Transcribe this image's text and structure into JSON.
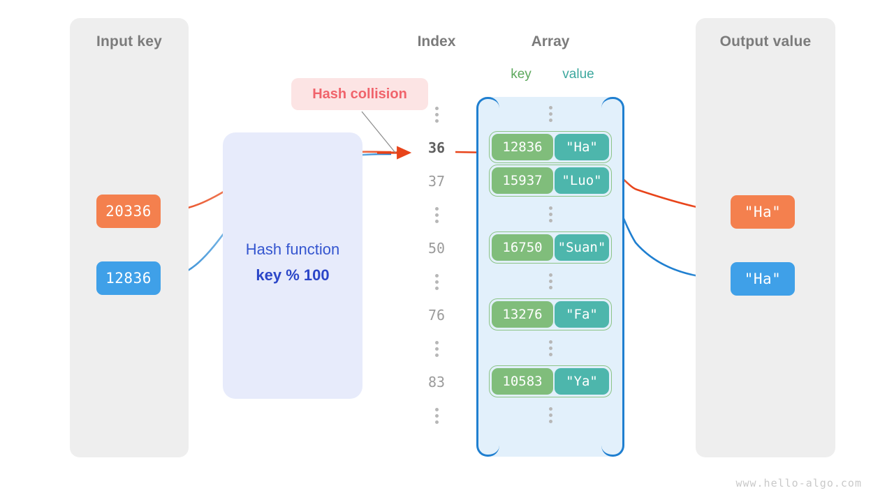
{
  "panels": {
    "input": {
      "title": "Input key"
    },
    "output": {
      "title": "Output value"
    }
  },
  "input_keys": [
    {
      "label": "20336",
      "color": "#f4804e"
    },
    {
      "label": "12836",
      "color": "#3fa0e8"
    }
  ],
  "output_values": [
    {
      "label": "\"Ha\"",
      "color": "#f4804e"
    },
    {
      "label": "\"Ha\"",
      "color": "#3fa0e8"
    }
  ],
  "hash_function": {
    "line1": "Hash function",
    "line2": "key % 100",
    "color": "#2b46c8",
    "background": "#e7ebfb"
  },
  "collision": {
    "label": "Hash collision",
    "text_color": "#f0636b",
    "background": "#fce4e4"
  },
  "headers": {
    "index": "Index",
    "array": "Array",
    "key": "key",
    "value": "value",
    "key_color": "#5ca85c",
    "value_color": "#3da89e"
  },
  "rows": [
    {
      "type": "dots",
      "index": "",
      "key": "",
      "value": "",
      "highlight": false
    },
    {
      "type": "entry",
      "index": "36",
      "key": "12836",
      "value": "\"Ha\"",
      "highlight": true
    },
    {
      "type": "entry",
      "index": "37",
      "key": "15937",
      "value": "\"Luo\"",
      "highlight": false
    },
    {
      "type": "dots",
      "index": "",
      "key": "",
      "value": "",
      "highlight": false
    },
    {
      "type": "entry",
      "index": "50",
      "key": "16750",
      "value": "\"Suan\"",
      "highlight": false
    },
    {
      "type": "dots",
      "index": "",
      "key": "",
      "value": "",
      "highlight": false
    },
    {
      "type": "entry",
      "index": "76",
      "key": "13276",
      "value": "\"Fa\"",
      "highlight": false
    },
    {
      "type": "dots",
      "index": "",
      "key": "",
      "value": "",
      "highlight": false
    },
    {
      "type": "entry",
      "index": "83",
      "key": "10583",
      "value": "\"Ya\"",
      "highlight": false
    },
    {
      "type": "dots",
      "index": "",
      "key": "",
      "value": "",
      "highlight": false
    }
  ],
  "colors": {
    "key_cell": "#80bd7b",
    "value_cell": "#4db6ac",
    "array_background": "#e2f0fb",
    "array_border": "#1f7fd0",
    "panel_background": "#eeeeee",
    "orange_curve": "#e8441a",
    "blue_curve": "#1f7fd0"
  },
  "watermark": "www.hello-algo.com"
}
